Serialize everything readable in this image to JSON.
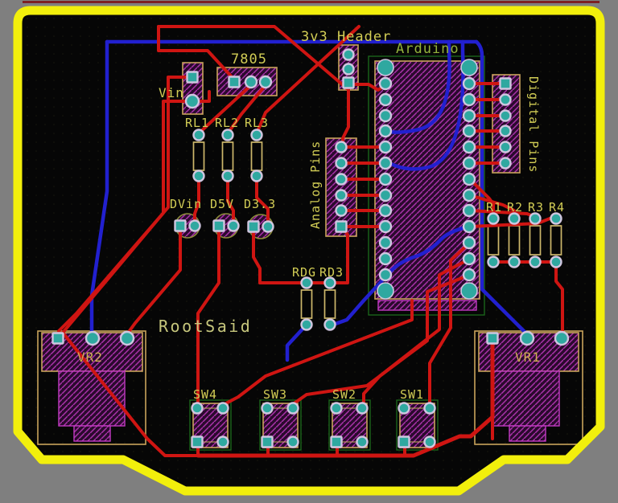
{
  "labels": {
    "vin": "Vin",
    "regulator": "7805",
    "header_3v3": "3v3 Header",
    "arduino": "Arduino",
    "digital_pins": "Digital Pins",
    "analog_pins": "Analog Pins",
    "rl1": "RL1",
    "rl2": "RL2",
    "rl3": "RL3",
    "led_dvin": "DVin",
    "led_d5v": "D5V",
    "led_d33": "D3.3",
    "rdg": "RDG",
    "rd3": "RD3",
    "r1": "R1",
    "r2": "R2",
    "r3": "R3",
    "r4": "R4",
    "brand": "RootSaid",
    "vr1": "VR1",
    "vr2": "VR2",
    "sw1": "SW1",
    "sw2": "SW2",
    "sw3": "SW3",
    "sw4": "SW4"
  },
  "colors": {
    "background": "#7f7f7f",
    "board": "#060606",
    "board_outline": "#f2ef0c",
    "dimension": "#7d1113",
    "trace_top": "#cf1512",
    "trace_bottom": "#2220cf",
    "pad": "#2fa8a0",
    "pad_ring": "#cfc6df",
    "silk": "#c9a35c",
    "hatch_bg": "#2b0a2e",
    "hatch_line": "#ab33ab",
    "green_outline": "#1d6b1d",
    "label": "#d2cd55",
    "label_green": "#93b23c",
    "label_tan": "#cfae52",
    "label_brand": "#c6c67c"
  }
}
